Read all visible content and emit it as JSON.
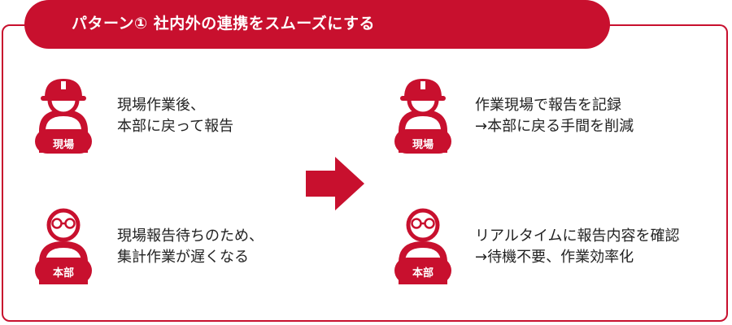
{
  "header": {
    "title": "パターン① 社内外の連携をスムーズにする"
  },
  "before": {
    "site": {
      "badge": "現場",
      "line1": "現場作業後、",
      "line2": "本部に戻って報告"
    },
    "hq": {
      "badge": "本部",
      "line1": "現場報告待ちのため、",
      "line2": "集計作業が遅くなる"
    }
  },
  "after": {
    "site": {
      "badge": "現場",
      "line1": "作業現場で報告を記録",
      "line2": "→本部に戻る手間を削減"
    },
    "hq": {
      "badge": "本部",
      "line1": "リアルタイムに報告内容を確認",
      "line2": "→待機不要、作業効率化"
    }
  },
  "colors": {
    "accent": "#c8102e",
    "text": "#222222"
  }
}
